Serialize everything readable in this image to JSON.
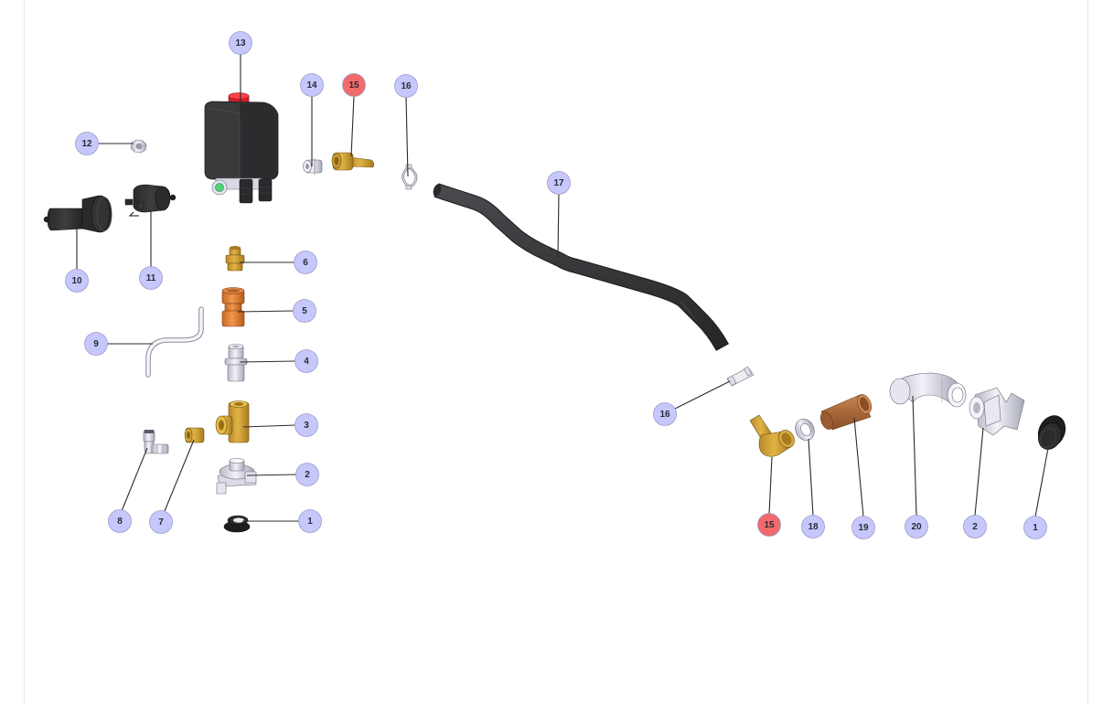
{
  "diagram": {
    "type": "exploded-parts-view",
    "colors": {
      "callout_default": "#c6c8fb",
      "callout_highlight": "#f26a6c",
      "callout_text": "#2a2a3a",
      "leader": "#2b2b2b",
      "frame_border": "#e6e6e8"
    },
    "callouts": [
      {
        "id": "c13",
        "label": "13",
        "highlight": false
      },
      {
        "id": "c14",
        "label": "14",
        "highlight": false
      },
      {
        "id": "c15a",
        "label": "15",
        "highlight": true
      },
      {
        "id": "c16a",
        "label": "16",
        "highlight": false
      },
      {
        "id": "c12",
        "label": "12",
        "highlight": false
      },
      {
        "id": "c17",
        "label": "17",
        "highlight": false
      },
      {
        "id": "c10",
        "label": "10",
        "highlight": false
      },
      {
        "id": "c11",
        "label": "11",
        "highlight": false
      },
      {
        "id": "c6",
        "label": "6",
        "highlight": false
      },
      {
        "id": "c5",
        "label": "5",
        "highlight": false
      },
      {
        "id": "c9",
        "label": "9",
        "highlight": false
      },
      {
        "id": "c4",
        "label": "4",
        "highlight": false
      },
      {
        "id": "c16b",
        "label": "16",
        "highlight": false
      },
      {
        "id": "c3",
        "label": "3",
        "highlight": false
      },
      {
        "id": "c2a",
        "label": "2",
        "highlight": false
      },
      {
        "id": "c8",
        "label": "8",
        "highlight": false
      },
      {
        "id": "c7",
        "label": "7",
        "highlight": false
      },
      {
        "id": "c1a",
        "label": "1",
        "highlight": false
      },
      {
        "id": "c15b",
        "label": "15",
        "highlight": true
      },
      {
        "id": "c18",
        "label": "18",
        "highlight": false
      },
      {
        "id": "c19",
        "label": "19",
        "highlight": false
      },
      {
        "id": "c20",
        "label": "20",
        "highlight": false
      },
      {
        "id": "c2b",
        "label": "2",
        "highlight": false
      },
      {
        "id": "c1b",
        "label": "1",
        "highlight": false
      }
    ]
  }
}
